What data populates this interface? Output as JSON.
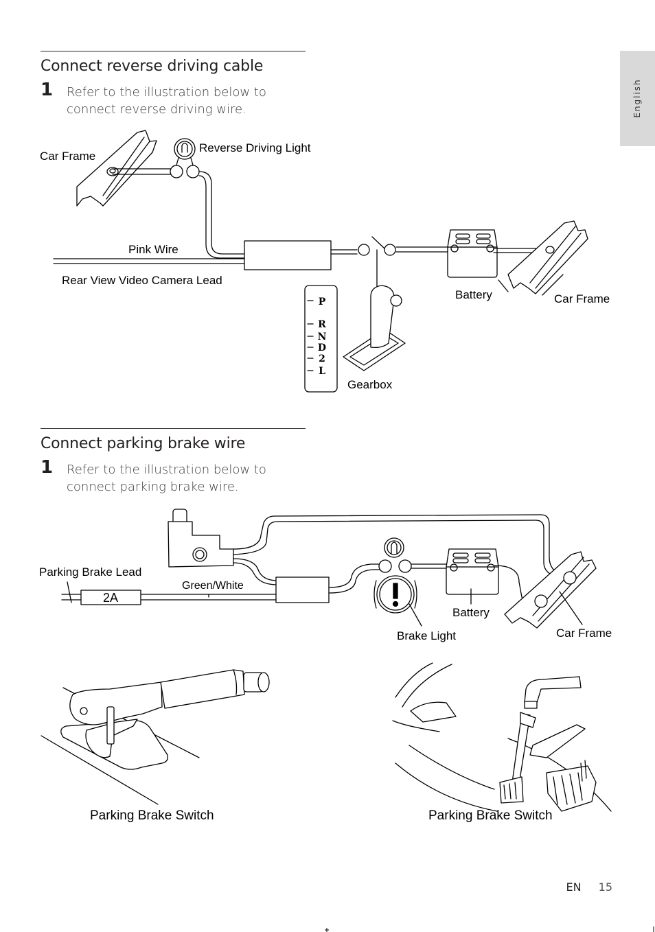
{
  "side_tab": {
    "label": "English"
  },
  "section1": {
    "title": "Connect reverse driving cable",
    "step_number": "1",
    "step_text": "Refer to the illustration below to connect reverse driving wire.",
    "diagram": {
      "car_frame_left": "Car Frame",
      "reverse_light": "Reverse Driving Light",
      "pink_wire": "Pink Wire",
      "camera_lead": "Rear View Video Camera Lead",
      "battery": "Battery",
      "car_frame_right": "Car Frame",
      "gearbox": "Gearbox",
      "gears": [
        "P",
        "R",
        "N",
        "D",
        "2",
        "L"
      ]
    }
  },
  "section2": {
    "title": "Connect parking brake wire",
    "step_number": "1",
    "step_text": "Refer to the illustration below to connect parking brake wire.",
    "diagram": {
      "parking_brake_lead": "Parking Brake Lead",
      "fuse": "2A",
      "green_white": "Green/White",
      "battery": "Battery",
      "brake_light": "Brake Light",
      "car_frame": "Car Frame",
      "switch_left": "Parking Brake Switch",
      "switch_right": "Parking Brake Switch"
    }
  },
  "footer": {
    "lang": "EN",
    "page": "15"
  }
}
